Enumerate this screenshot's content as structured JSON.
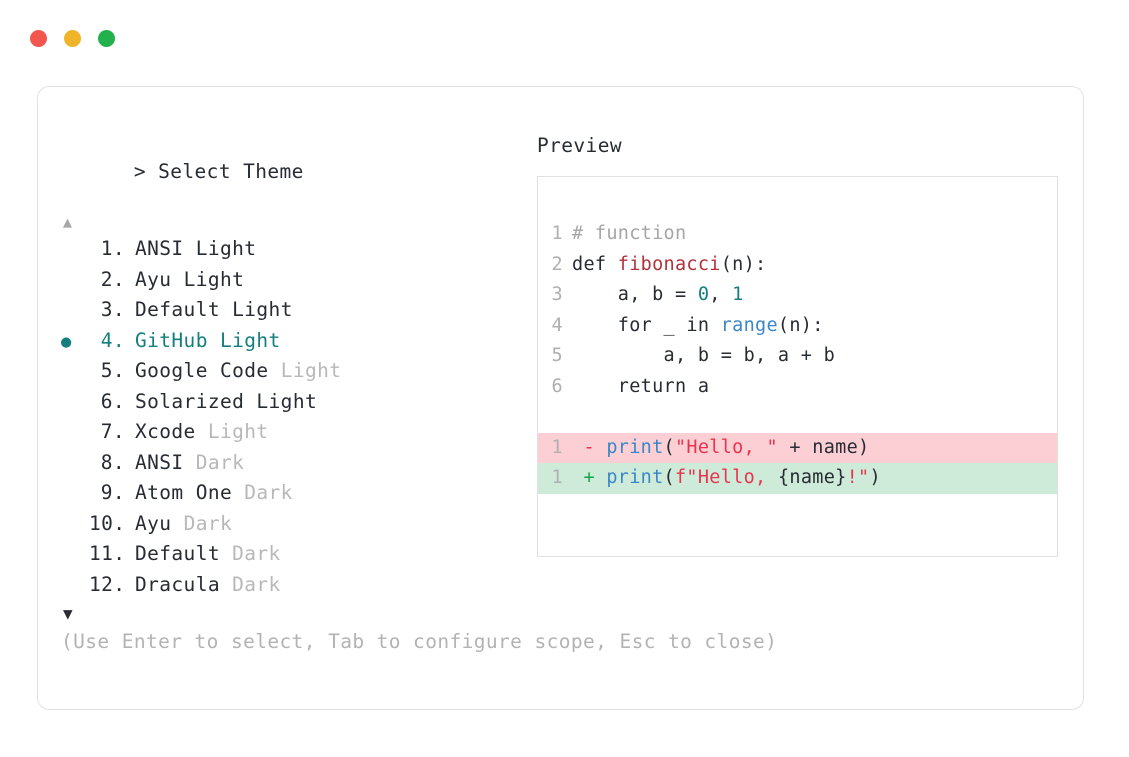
{
  "window": {
    "dots": [
      {
        "name": "close",
        "color": "#f2564f"
      },
      {
        "name": "minimize",
        "color": "#f0b429"
      },
      {
        "name": "maximize",
        "color": "#22b14c"
      }
    ]
  },
  "selector": {
    "prompt_symbol": ">",
    "prompt_label": "Select Theme",
    "scroll_up_glyph": "▲",
    "scroll_down_glyph": "▼",
    "bullet_glyph": "●",
    "selected_index": 4,
    "accent_color": "#14807d",
    "items": [
      {
        "index": "1.",
        "name": "ANSI",
        "variant": "Light",
        "variant_muted": false,
        "selected": false
      },
      {
        "index": "2.",
        "name": "Ayu",
        "variant": "Light",
        "variant_muted": false,
        "selected": false
      },
      {
        "index": "3.",
        "name": "Default",
        "variant": "Light",
        "variant_muted": false,
        "selected": false
      },
      {
        "index": "4.",
        "name": "GitHub",
        "variant": "Light",
        "variant_muted": false,
        "selected": true
      },
      {
        "index": "5.",
        "name": "Google Code",
        "variant": "Light",
        "variant_muted": true,
        "selected": false
      },
      {
        "index": "6.",
        "name": "Solarized",
        "variant": "Light",
        "variant_muted": false,
        "selected": false
      },
      {
        "index": "7.",
        "name": "Xcode",
        "variant": "Light",
        "variant_muted": true,
        "selected": false
      },
      {
        "index": "8.",
        "name": "ANSI",
        "variant": "Dark",
        "variant_muted": true,
        "selected": false
      },
      {
        "index": "9.",
        "name": "Atom One",
        "variant": "Dark",
        "variant_muted": true,
        "selected": false
      },
      {
        "index": "10.",
        "name": "Ayu",
        "variant": "Dark",
        "variant_muted": true,
        "selected": false
      },
      {
        "index": "11.",
        "name": "Default",
        "variant": "Dark",
        "variant_muted": true,
        "selected": false
      },
      {
        "index": "12.",
        "name": "Dracula",
        "variant": "Dark",
        "variant_muted": true,
        "selected": false
      }
    ]
  },
  "preview": {
    "title": "Preview",
    "code_lines": [
      {
        "num": "1",
        "tokens": [
          {
            "t": "# function",
            "c": "tok-comment"
          }
        ]
      },
      {
        "num": "2",
        "tokens": [
          {
            "t": "def ",
            "c": "tok-kw"
          },
          {
            "t": "fibonacci",
            "c": "tok-fn-def"
          },
          {
            "t": "(n):",
            "c": "tok-plain"
          }
        ]
      },
      {
        "num": "3",
        "tokens": [
          {
            "t": "    a, b = ",
            "c": "tok-plain"
          },
          {
            "t": "0",
            "c": "tok-num"
          },
          {
            "t": ", ",
            "c": "tok-plain"
          },
          {
            "t": "1",
            "c": "tok-num"
          }
        ]
      },
      {
        "num": "4",
        "tokens": [
          {
            "t": "    for _ in ",
            "c": "tok-plain"
          },
          {
            "t": "range",
            "c": "tok-builtin"
          },
          {
            "t": "(n):",
            "c": "tok-plain"
          }
        ]
      },
      {
        "num": "5",
        "tokens": [
          {
            "t": "        a, b = b, a + b",
            "c": "tok-plain"
          }
        ]
      },
      {
        "num": "6",
        "tokens": [
          {
            "t": "    return a",
            "c": "tok-plain"
          }
        ]
      }
    ],
    "diff_lines": [
      {
        "num": "1",
        "kind": "del",
        "tokens": [
          {
            "t": " - ",
            "c": "tok-minus"
          },
          {
            "t": "print",
            "c": "tok-builtin"
          },
          {
            "t": "(",
            "c": "tok-plain"
          },
          {
            "t": "\"Hello, \"",
            "c": "tok-str"
          },
          {
            "t": " + name)",
            "c": "tok-plain"
          }
        ]
      },
      {
        "num": "1",
        "kind": "add",
        "tokens": [
          {
            "t": " + ",
            "c": "tok-plus"
          },
          {
            "t": "print",
            "c": "tok-builtin"
          },
          {
            "t": "(",
            "c": "tok-plain"
          },
          {
            "t": "f\"Hello, ",
            "c": "tok-str"
          },
          {
            "t": "{name}",
            "c": "tok-plain"
          },
          {
            "t": "!\"",
            "c": "tok-str"
          },
          {
            "t": ")",
            "c": "tok-plain"
          }
        ]
      }
    ]
  },
  "footer": {
    "hint": "(Use Enter to select, Tab to configure scope, Esc to close)"
  }
}
